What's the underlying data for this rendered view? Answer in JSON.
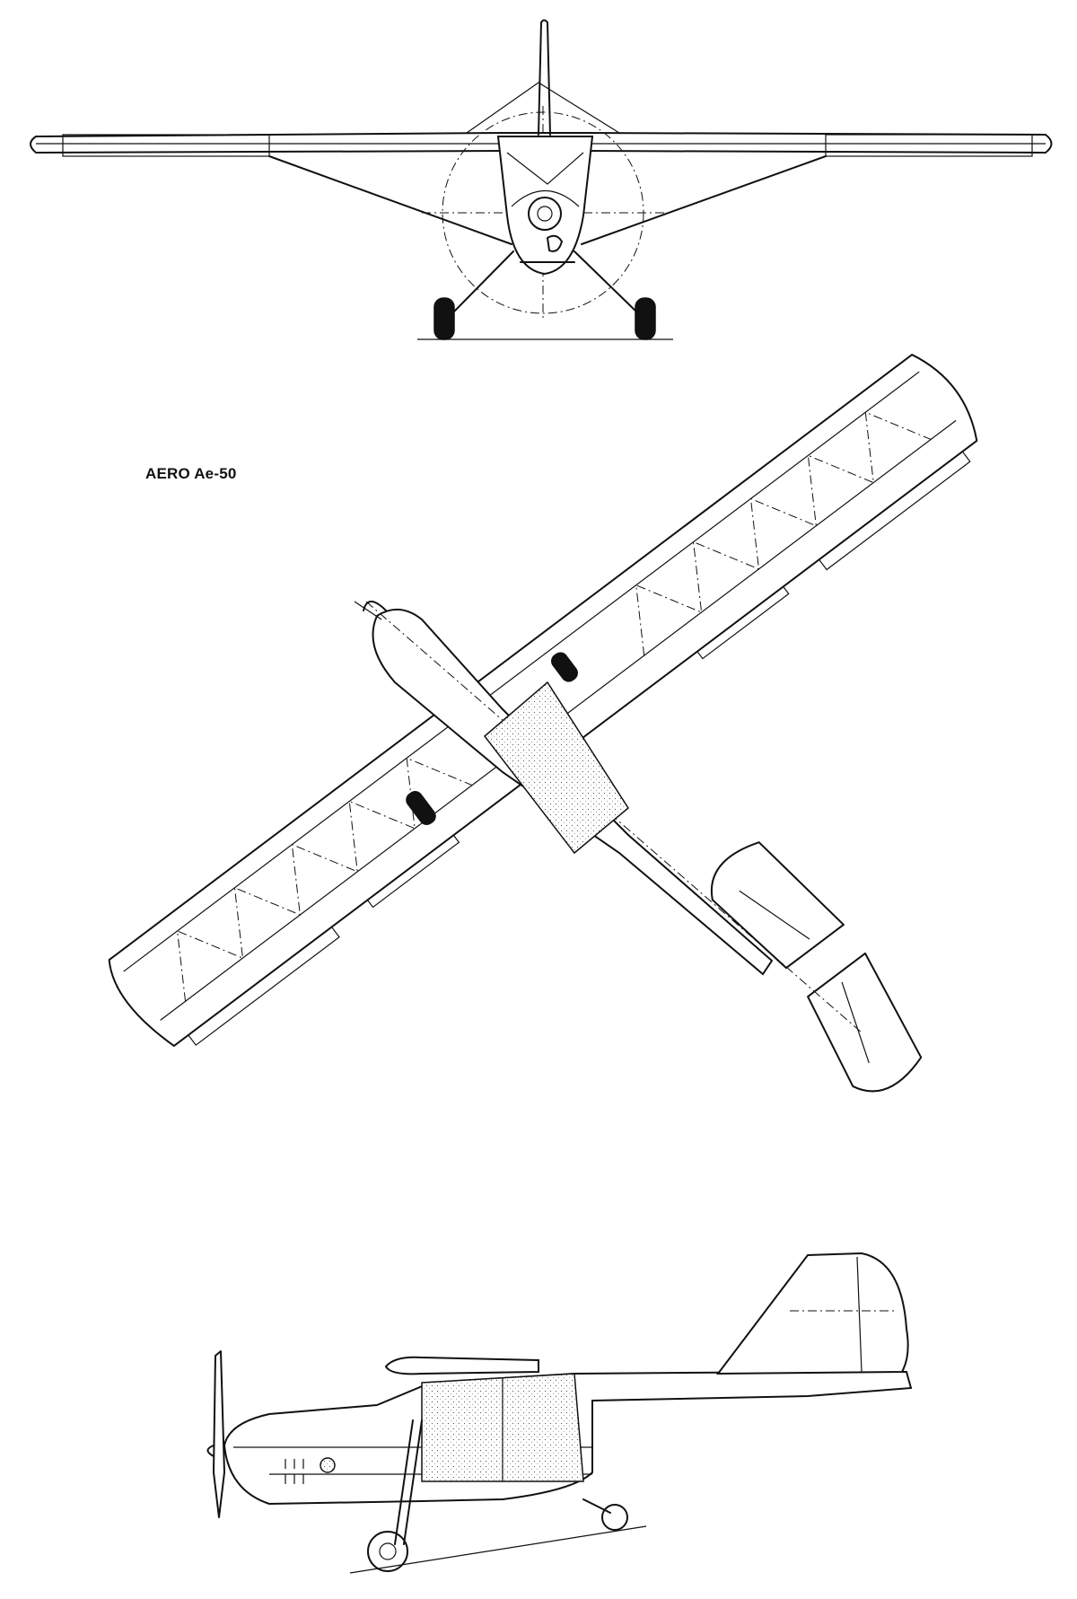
{
  "title": "AERO Ae-50",
  "views": {
    "front": "front-view",
    "top": "top-view",
    "side": "side-view"
  }
}
